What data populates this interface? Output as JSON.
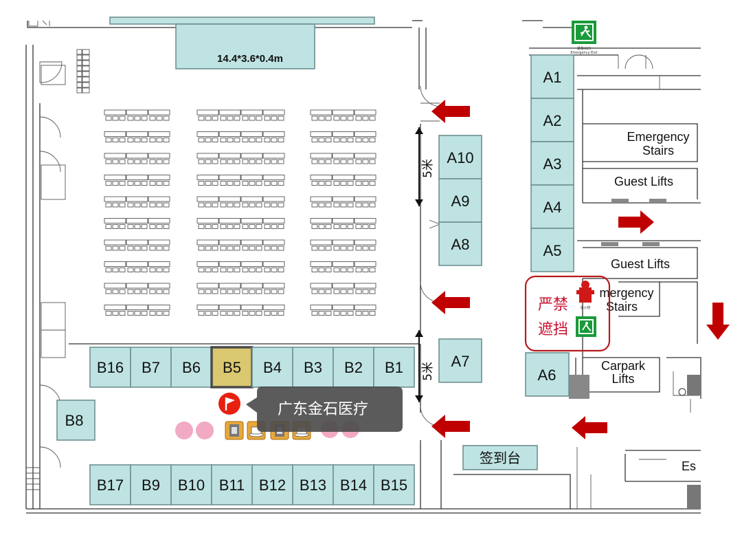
{
  "stage": {
    "label": "14.4*3.6*0.4m"
  },
  "booths_a": [
    {
      "id": "A1",
      "label": "A1"
    },
    {
      "id": "A2",
      "label": "A2"
    },
    {
      "id": "A3",
      "label": "A3"
    },
    {
      "id": "A4",
      "label": "A4"
    },
    {
      "id": "A5",
      "label": "A5"
    },
    {
      "id": "A6",
      "label": "A6"
    },
    {
      "id": "A7",
      "label": "A7"
    },
    {
      "id": "A8",
      "label": "A8"
    },
    {
      "id": "A9",
      "label": "A9"
    },
    {
      "id": "A10",
      "label": "A10"
    }
  ],
  "booths_b_upper": [
    "B16",
    "B7",
    "B6",
    "B5",
    "B4",
    "B3",
    "B2",
    "B1"
  ],
  "booths_b_lower": [
    "B17",
    "B9",
    "B10",
    "B11",
    "B12",
    "B13",
    "B14",
    "B15"
  ],
  "booth_b8": "B8",
  "highlighted_booth": "B5",
  "callout": {
    "text": "广东金石医疗",
    "color": "#4d4d4d",
    "marker_color": "#e8200f"
  },
  "labels": {
    "emergency_stairs_top": [
      "Emergency",
      "Stairs"
    ],
    "guest_lifts_top": "Guest Lifts",
    "guest_lifts_mid": "Guest Lifts",
    "emergency_stairs_mid": [
      "mergency",
      "Stairs"
    ],
    "carpark_lifts": [
      "Carpark",
      "Lifts"
    ],
    "escalator": "Es",
    "registration": "签到台",
    "dimension": "5米",
    "no_blocking": [
      "严禁",
      "遮挡"
    ],
    "exit_sign_cn": "紧急出口",
    "exit_sign_en": "Emergency Exit",
    "hydrant_cn": "消火栓"
  },
  "colors": {
    "booth": "#bfe3e3",
    "highlight": "#d9c870",
    "arrow": "#c00000",
    "warning": "#c8102e",
    "exit_green": "#1a9a3a"
  }
}
